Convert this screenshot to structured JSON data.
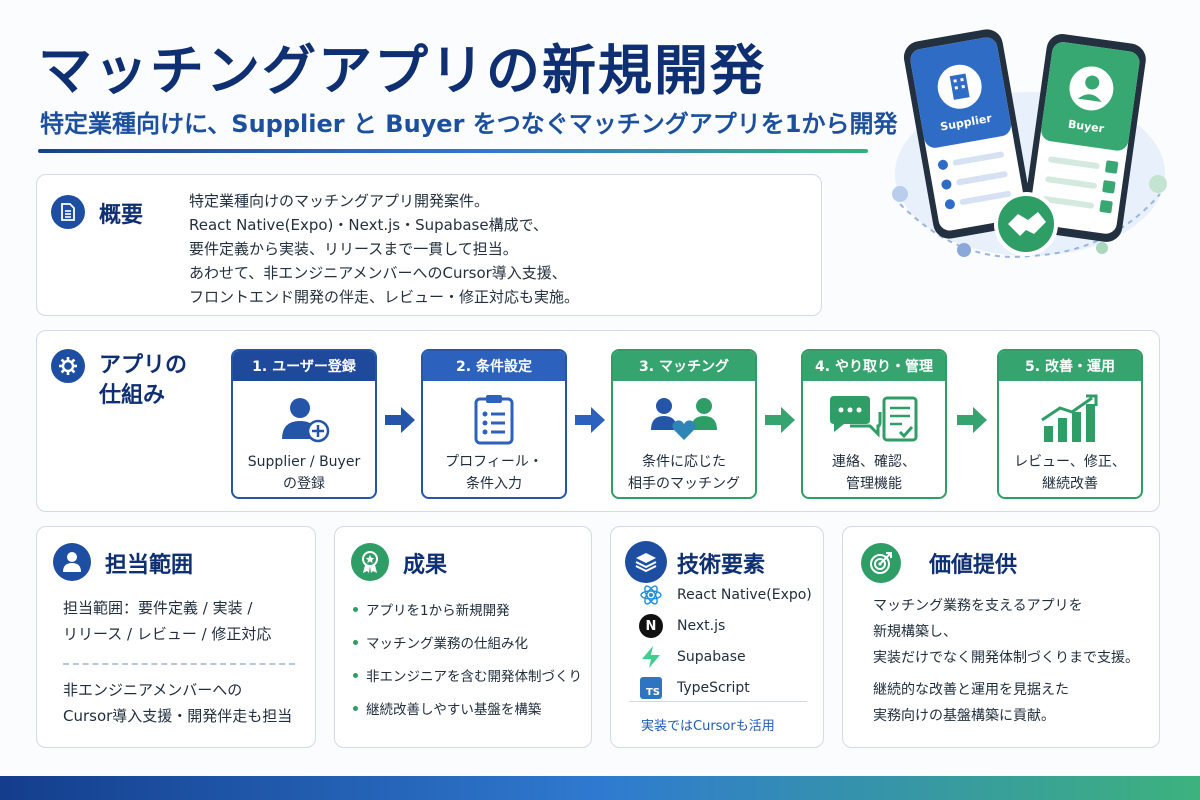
{
  "header": {
    "title": "マッチングアプリの新規開発",
    "subtitle": "特定業種向けに、Supplier と Buyer をつなぐマッチングアプリを1から開発"
  },
  "hero": {
    "supplier_label": "Supplier",
    "buyer_label": "Buyer",
    "icons": [
      "building-icon",
      "person-icon",
      "handshake-icon"
    ]
  },
  "overview": {
    "title": "概要",
    "icon": "document-icon",
    "lines": [
      "特定業種向けのマッチングアプリ開発案件。",
      "React Native(Expo)・Next.js・Supabase構成で、",
      "要件定義から実装、リリースまで一貫して担当。",
      "あわせて、非エンジニアメンバーへのCursor導入支援、",
      "フロントエンド開発の伴走、レビュー・修正対応も実施。"
    ]
  },
  "flow": {
    "title_line1": "アプリの",
    "title_line2": "仕組み",
    "icon": "gear-icon",
    "steps": [
      {
        "head": "1. ユーザー登録",
        "line1": "Supplier / Buyer",
        "line2": "の登録",
        "icon": "add-user-icon"
      },
      {
        "head": "2. 条件設定",
        "line1": "プロフィール・",
        "line2": "条件入力",
        "icon": "clipboard-icon"
      },
      {
        "head": "3. マッチング",
        "line1": "条件に応じた",
        "line2": "相手のマッチング",
        "icon": "match-icon"
      },
      {
        "head": "4. やり取り・管理",
        "line1": "連絡、確認、",
        "line2": "管理機能",
        "icon": "chat-icon"
      },
      {
        "head": "5. 改善・運用",
        "line1": "レビュー、修正、",
        "line2": "継続改善",
        "icon": "growth-chart-icon"
      }
    ]
  },
  "scope": {
    "title": "担当範囲",
    "icon": "person-icon",
    "line1": "担当範囲：要件定義 / 実装 /",
    "line2": "リリース / レビュー / 修正対応",
    "line3": "非エンジニアメンバーへの",
    "line4": "Cursor導入支援・開発伴走も担当"
  },
  "result": {
    "title": "成果",
    "icon": "award-icon",
    "items": [
      "アプリを1から新規開発",
      "マッチング業務の仕組み化",
      "非エンジニアを含む開発体制づくり",
      "継続改善しやすい基盤を構築"
    ]
  },
  "tech": {
    "title": "技術要素",
    "icon": "layers-icon",
    "items": [
      {
        "name": "React Native(Expo)",
        "logo": "react-icon"
      },
      {
        "name": "Next.js",
        "logo": "nextjs-icon",
        "mark": "N"
      },
      {
        "name": "Supabase",
        "logo": "supabase-icon"
      },
      {
        "name": "TypeScript",
        "logo": "typescript-icon",
        "mark": "TS"
      }
    ],
    "note": "実装ではCursorも活用"
  },
  "value": {
    "title": "価値提供",
    "icon": "target-icon",
    "lines": [
      "マッチング業務を支えるアプリを",
      "新規構築し、",
      "実装だけでなく開発体制づくりまで支援。",
      "継続的な改善と運用を見据えた",
      "実務向けの基盤構築に貢献。"
    ]
  },
  "colors": {
    "navy": "#0f2f73",
    "blue": "#1d4ea1",
    "green": "#2f9e66"
  }
}
